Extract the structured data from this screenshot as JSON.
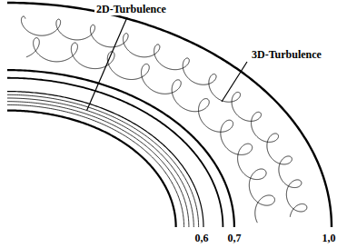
{
  "diagram": {
    "labels": [
      "2D-Turbulence",
      "3D-Turbulence",
      "0,6",
      "0,7",
      "1,0"
    ]
  }
}
